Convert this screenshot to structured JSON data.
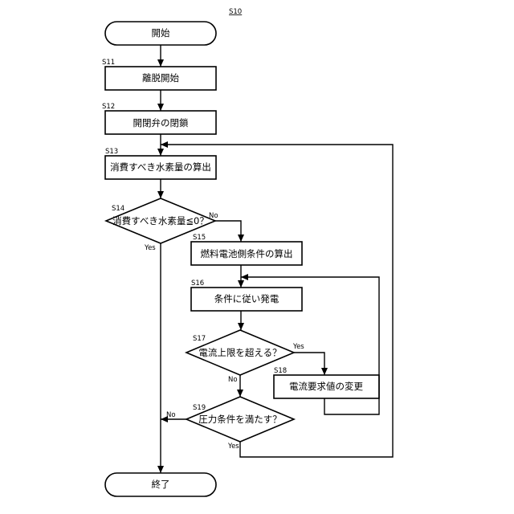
{
  "figure_label": "S10",
  "nodes": {
    "start": "開始",
    "s11": "離脱開始",
    "s12": "開閉弁の閉鎖",
    "s13": "消費すべき水素量の算出",
    "s14": "消費すべき水素量≦0？",
    "s15": "燃料電池側条件の算出",
    "s16": "条件に従い発電",
    "s17": "電流上限を超える？",
    "s18": "電流要求値の変更",
    "s19": "圧力条件を満たす？",
    "end": "終了"
  },
  "step_labels": {
    "s11": "S11",
    "s12": "S12",
    "s13": "S13",
    "s14": "S14",
    "s15": "S15",
    "s16": "S16",
    "s17": "S17",
    "s18": "S18",
    "s19": "S19"
  },
  "branches": {
    "s14_yes": "Yes",
    "s14_no": "No",
    "s17_yes": "Yes",
    "s17_no": "No",
    "s19_yes": "Yes",
    "s19_no": "No"
  }
}
